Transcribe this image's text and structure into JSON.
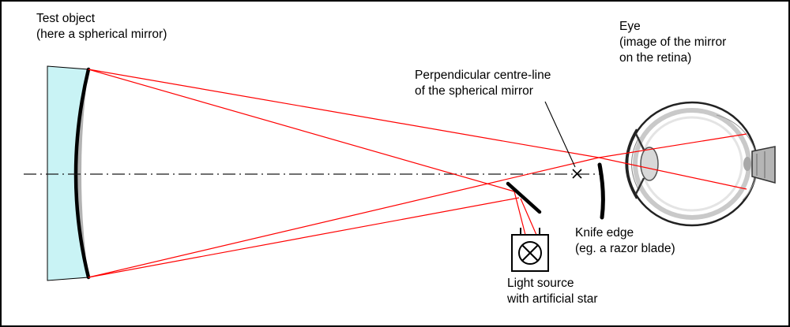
{
  "diagram": {
    "labels": {
      "test_object": "Test object\n(here a spherical mirror)",
      "eye": "Eye\n(image of the mirror\non the retina)",
      "centre_line": "Perpendicular centre-line\nof the spherical mirror",
      "knife_edge": "Knife edge\n(eg. a razor blade)",
      "light_source": "Light source\nwith artificial star"
    },
    "colors": {
      "ray": "#ff0000",
      "glass": "#c9f3f5",
      "mirror_back": "#b3b3b3",
      "mirror_surface": "#000000",
      "axis": "#1a1a1a",
      "background": "#ffffff",
      "border": "#000000"
    }
  }
}
